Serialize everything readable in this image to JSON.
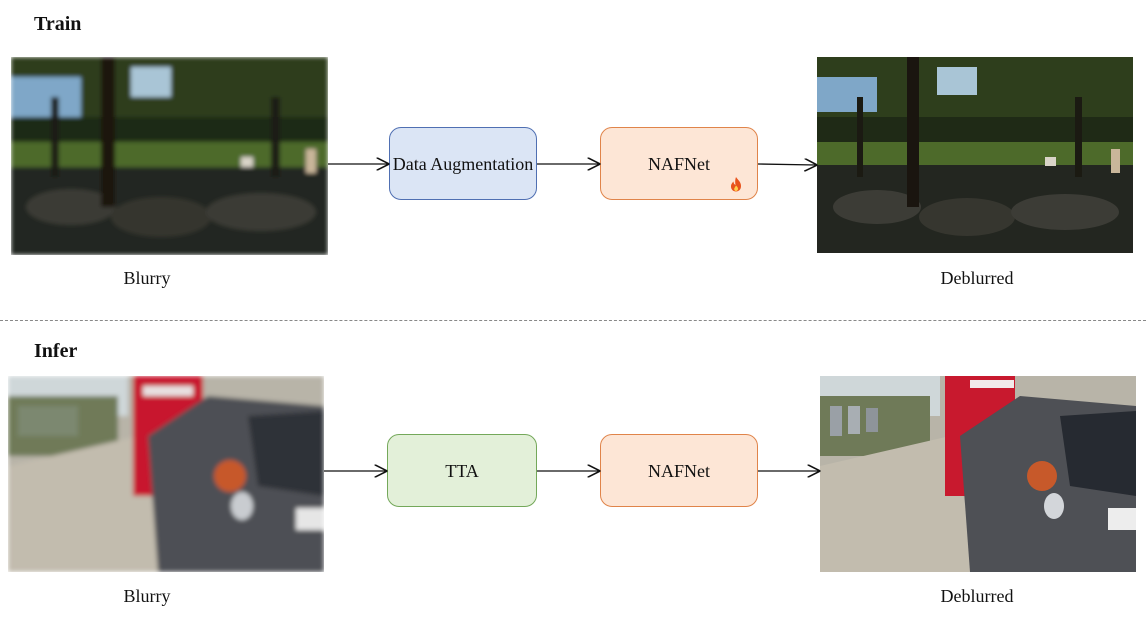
{
  "train": {
    "title": "Train",
    "input_caption": "Blurry",
    "output_caption": "Deblurred",
    "step1": "Data Augmentation",
    "step2": "NAFNet",
    "step2_icon": "fire-icon"
  },
  "infer": {
    "title": "Infer",
    "input_caption": "Blurry",
    "output_caption": "Deblurred",
    "step1": "TTA",
    "step2": "NAFNet"
  },
  "colors": {
    "augmentation_fill": "#dbe5f5",
    "augmentation_border": "#4f6fb2",
    "nafnet_fill": "#fde6d6",
    "nafnet_border": "#e0844a",
    "tta_fill": "#e3f0d9",
    "tta_border": "#74a85a",
    "fire_icon": "#e8531c"
  }
}
